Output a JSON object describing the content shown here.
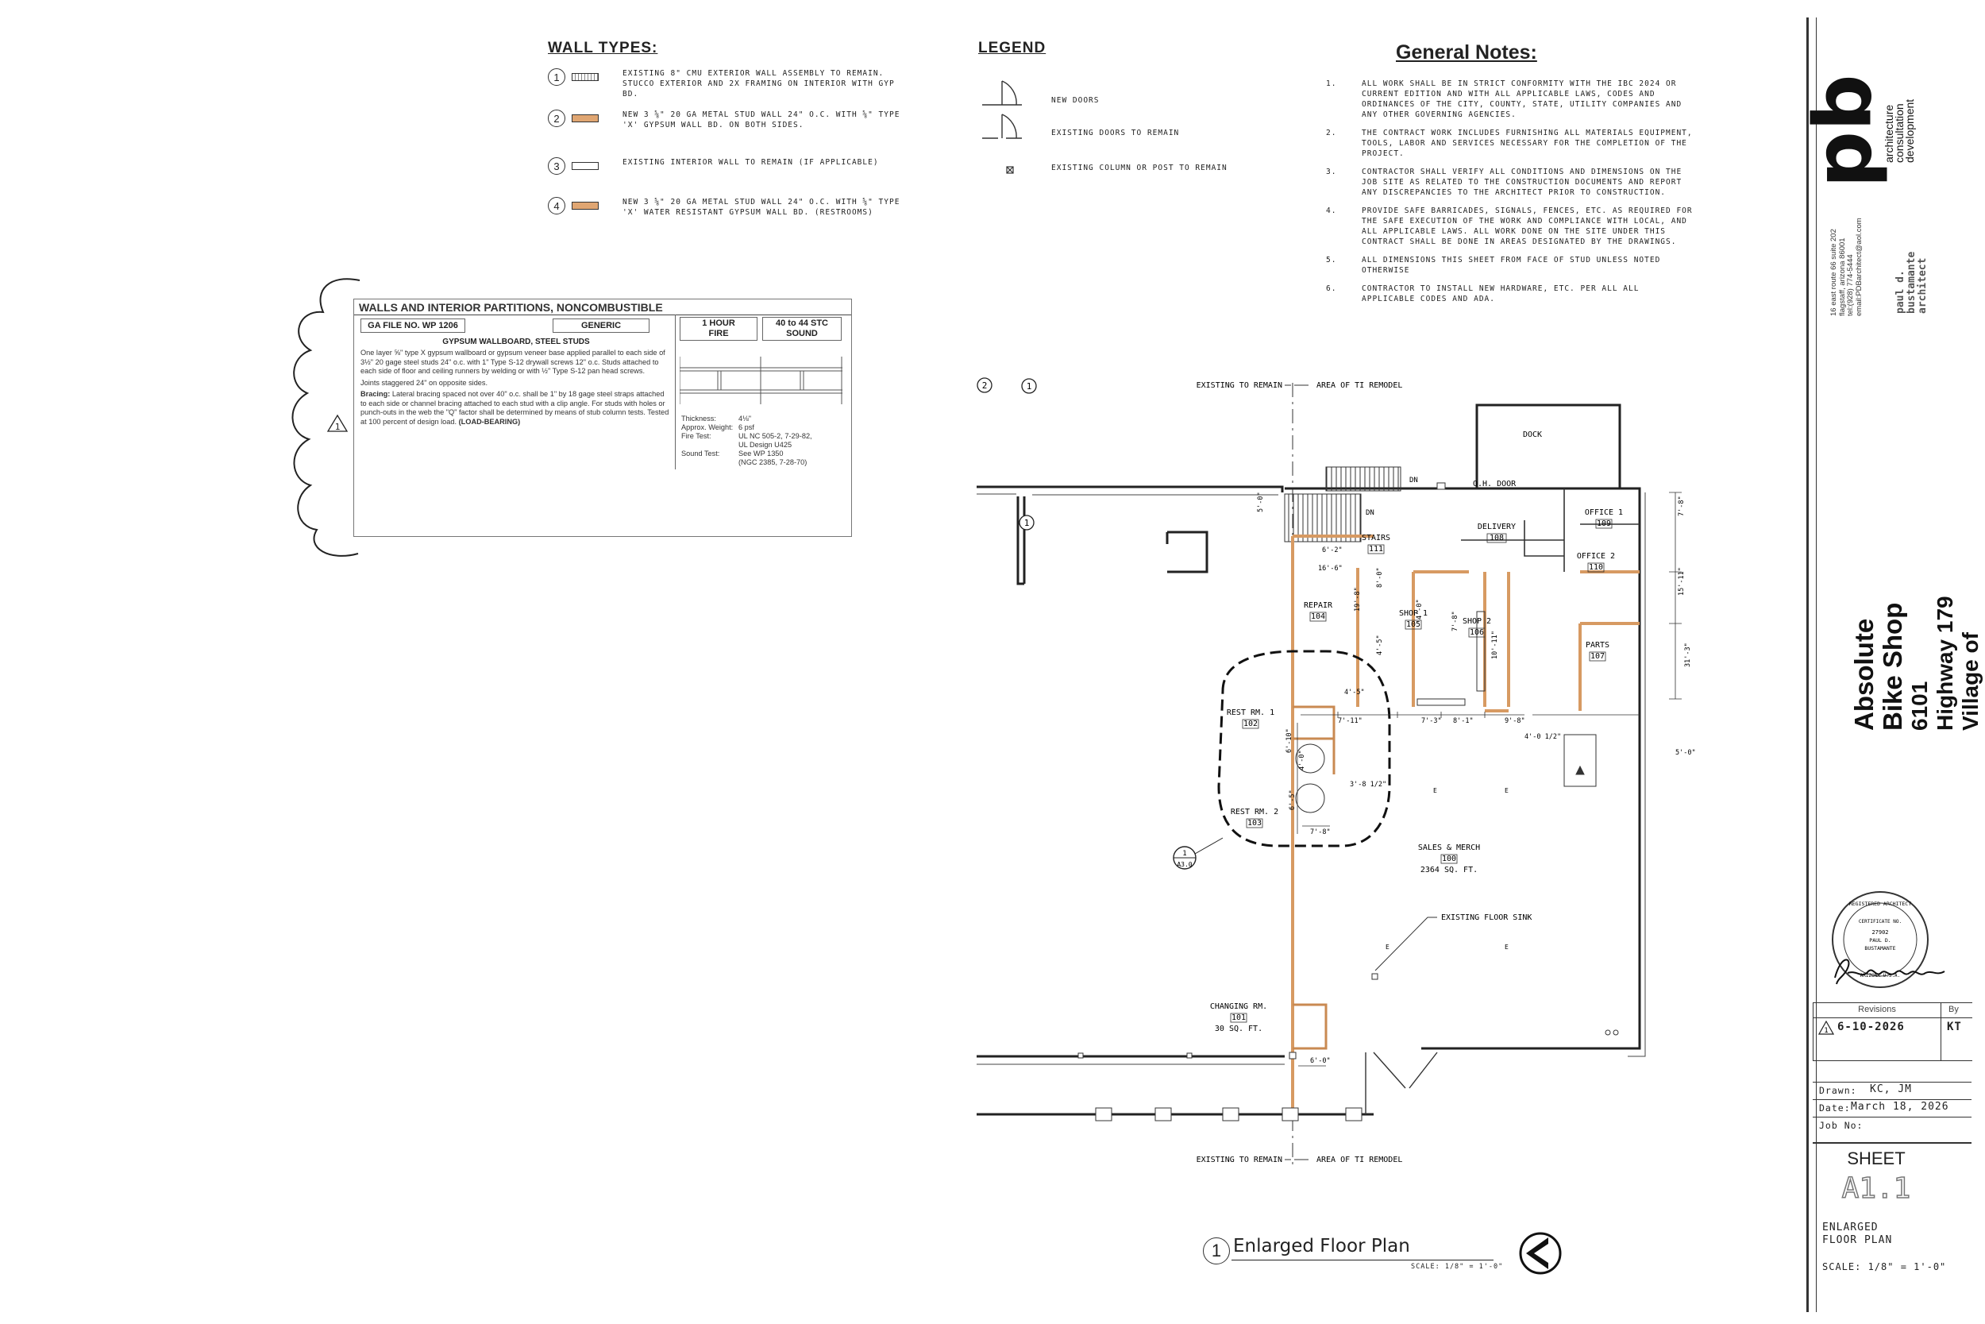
{
  "wall_types": {
    "title": "WALL TYPES:",
    "items": [
      {
        "tag": "1",
        "text": "EXISTING 8\" CMU EXTERIOR WALL ASSEMBLY TO REMAIN. STUCCO EXTERIOR AND 2X FRAMING ON INTERIOR WITH GYP BD.",
        "fill": "#ffffff",
        "hatch": true
      },
      {
        "tag": "2",
        "text": "NEW 3 ⅝\" 20 GA METAL STUD WALL 24\" O.C. WITH ⅝\" TYPE 'X' GYPSUM WALL BD. ON BOTH SIDES.",
        "fill": "#e0a672",
        "hatch": false
      },
      {
        "tag": "3",
        "text": "EXISTING INTERIOR WALL TO REMAIN (IF APPLICABLE)",
        "fill": "#ffffff",
        "hatch": false
      },
      {
        "tag": "4",
        "text": "NEW 3 ⅝\" 20 GA METAL STUD WALL 24\" O.C. WITH ⅝\" TYPE 'X' WATER RESISTANT GYPSUM WALL BD. (RESTROOMS)",
        "fill": "#e0a672",
        "hatch": false
      }
    ]
  },
  "legend": {
    "title": "LEGEND",
    "items": [
      {
        "label": "NEW DOORS"
      },
      {
        "label": "EXISTING DOORS TO REMAIN"
      },
      {
        "label": "EXISTING COLUMN OR POST TO REMAIN"
      }
    ]
  },
  "general_notes": {
    "title": "General Notes:",
    "items": [
      {
        "num": "1.",
        "text": "ALL WORK SHALL BE IN STRICT CONFORMITY WITH THE IBC 2024 OR CURRENT EDITION AND WITH ALL APPLICABLE LAWS, CODES AND ORDINANCES OF THE CITY, COUNTY, STATE, UTILITY COMPANIES AND ANY OTHER GOVERNING AGENCIES."
      },
      {
        "num": "2.",
        "text": "THE CONTRACT WORK INCLUDES FURNISHING ALL MATERIALS EQUIPMENT, TOOLS, LABOR AND SERVICES NECESSARY FOR THE COMPLETION OF THE PROJECT."
      },
      {
        "num": "3.",
        "text": "CONTRACTOR SHALL VERIFY ALL CONDITIONS AND DIMENSIONS ON THE JOB SITE AS RELATED TO THE CONSTRUCTION DOCUMENTS AND REPORT ANY DISCREPANCIES TO THE ARCHITECT PRIOR TO CONSTRUCTION."
      },
      {
        "num": "4.",
        "text": "PROVIDE SAFE BARRICADES, SIGNALS, FENCES, ETC. AS REQUIRED FOR THE SAFE EXECUTION OF THE WORK AND COMPLIANCE WITH LOCAL, AND ALL APPLICABLE LAWS. ALL WORK DONE ON THE SITE UNDER THIS CONTRACT SHALL BE DONE IN AREAS DESIGNATED BY THE DRAWINGS."
      },
      {
        "num": "5.",
        "text": "ALL DIMENSIONS THIS SHEET FROM FACE OF STUD UNLESS NOTED OTHERWISE"
      },
      {
        "num": "6.",
        "text": "CONTRACTOR TO INSTALL NEW HARDWARE, ETC. PER ALL ALL APPLICABLE CODES AND ADA."
      }
    ]
  },
  "ga_detail": {
    "title": "WALLS AND INTERIOR PARTITIONS, NONCOMBUSTIBLE",
    "file_no": "GA FILE NO. WP 1206",
    "generic": "GENERIC",
    "fire_1": "1 HOUR",
    "fire_2": "FIRE",
    "sound_1": "40 to 44 STC",
    "sound_2": "SOUND",
    "subtitle": "GYPSUM WALLBOARD, STEEL STUDS",
    "body_1": "One layer ⅝\" type X gypsum wallboard or gypsum veneer base applied parallel to each side of 3½\" 20 gage steel studs 24\" o.c. with 1\" Type S-12 drywall screws 12\" o.c. Studs attached to each side of floor and ceiling runners by welding or with ½\" Type S-12 pan head screws.",
    "body_2": "Joints staggered 24\" on opposite sides.",
    "body_3_label": "Bracing:",
    "body_3": "Lateral bracing spaced not over 40\" o.c. shall be 1\" by 18 gage steel straps attached to each side or channel bracing attached to each stud with a clip angle. For studs with holes or punch-outs in the web the \"Q\" factor shall be determined by means of stub column tests. Tested at 100 percent of design load.",
    "body_3_bold": "(LOAD-BEARING)",
    "specs": [
      {
        "k": "Thickness:",
        "v": "4⅛\""
      },
      {
        "k": "Approx. Weight:",
        "v": "6 psf"
      },
      {
        "k": "Fire Test:",
        "v": "UL NC 505-2, 7-29-82,"
      },
      {
        "k": "",
        "v": "UL Design U425"
      },
      {
        "k": "Sound Test:",
        "v": "See WP 1350"
      },
      {
        "k": "",
        "v": "(NGC 2385, 7-28-70)"
      }
    ],
    "rev_mark": "1"
  },
  "plan": {
    "existing_to_remain": "EXISTING TO REMAIN",
    "area_ti_remodel": "AREA OF TI REMODEL",
    "dock": "DOCK",
    "dn": "DN",
    "oh_door": "O.H. DOOR",
    "rooms": [
      {
        "name": "OFFICE 1",
        "num": "109"
      },
      {
        "name": "OFFICE 2",
        "num": "110"
      },
      {
        "name": "DELIVERY",
        "num": "108"
      },
      {
        "name": "STAIRS",
        "num": "111"
      },
      {
        "name": "REPAIR",
        "num": "104"
      },
      {
        "name": "SHOP 1",
        "num": "105"
      },
      {
        "name": "SHOP 2",
        "num": "106"
      },
      {
        "name": "PARTS",
        "num": "107"
      },
      {
        "name": "REST RM. 1",
        "num": "102"
      },
      {
        "name": "REST RM. 2",
        "num": "103"
      },
      {
        "name": "SALES & MERCH",
        "num": "100"
      },
      {
        "name": "CHANGING RM.",
        "num": "101"
      }
    ],
    "sales_area": "2364 SQ. FT.",
    "changing_area": "30 SQ. FT.",
    "floor_sink": "EXISTING FLOOR SINK",
    "dims": [
      "5'-0\"",
      "6'-2\"",
      "16'-6\"",
      "19'-8\"",
      "8'-0\"",
      "4'-5\"",
      "7'-3\"",
      "4'-0\"",
      "8'-1\"",
      "10'-11\"",
      "9'-8\"",
      "4'-0 1/2\"",
      "7'-11\"",
      "4'-0\"",
      "3'-8 1/2\"",
      "6'-10\"",
      "6'-5\"",
      "7'-8\"",
      "6'-0\"",
      "7'-8\"",
      "7'-8\"",
      "15'-11\"",
      "31'-3\"",
      "5'-0\"",
      "4'-5\""
    ],
    "detail_num": "1",
    "detail_sheet": "A3.0"
  },
  "plan_title": {
    "num": "1",
    "title": "Enlarged Floor Plan",
    "scale": "SCALE: 1/8\" = 1'-0\""
  },
  "title_block": {
    "logo_letters": "pb",
    "services": [
      "architecture",
      "consultation",
      "development"
    ],
    "architect": "paul d. bustamante",
    "architect_role": "architect",
    "address": [
      "16 east route 66 suite 202",
      "flagstaff, arizona 86001",
      "tel:(928) 774-5444",
      "email:PDBarchitect@aol.com"
    ],
    "project": "Absolute Bike Shop",
    "street": "6101 Highway 179",
    "city": "Village of Oak Creek, Arizona",
    "seal": [
      "REGISTERED ARCHITECT",
      "CERTIFICATE NO.",
      "27902",
      "PAUL D.",
      "BUSTAMANTE",
      "ARIZONA U.S.A."
    ],
    "signature": "PBustamante",
    "revisions_label": "Revisions",
    "by_label": "By",
    "revision_mark": "1",
    "revision_date": "6-10-2026",
    "revision_by": "KT",
    "drawn_label": "Drawn:",
    "drawn": "KC, JM",
    "date_label": "Date:",
    "date": "March 18, 2026",
    "job_label": "Job No:",
    "job": "",
    "sheet_label": "SHEET",
    "sheet": "A1.1",
    "sheet_title_1": "ENLARGED",
    "sheet_title_2": "FLOOR PLAN",
    "scale": "SCALE: 1/8\" = 1'-0\""
  }
}
